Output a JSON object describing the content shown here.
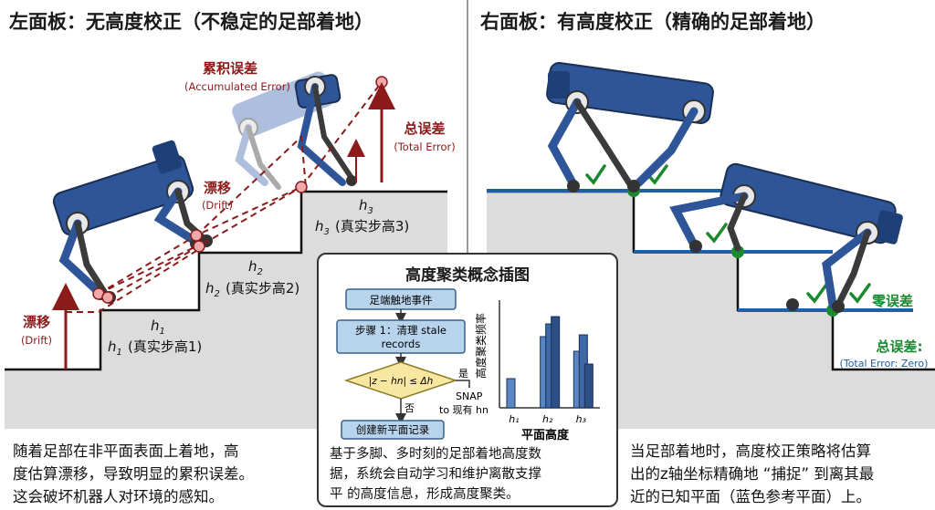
{
  "left_panel": {
    "title": "左面板：无高度校正（不稳定的足部着地）",
    "accumulated_error": "累积误差",
    "accumulated_error_en": "(Accumulated Error)",
    "drift_upper": "漂移",
    "drift_upper_en": "(Drift)",
    "drift_lower": "漂移",
    "drift_lower_en": "(Drift)",
    "total_error": "总误差",
    "total_error_en": "(Total Error)",
    "step1_symbol": "h",
    "step1_sub": "1",
    "step1_label": "(真实步高1)",
    "step2_symbol": "h",
    "step2_sub": "2",
    "step2_label": "(真实步高2)",
    "step3_symbol": "h",
    "step3_sub": "3",
    "step3_label": "(真实步高3)",
    "caption_lines": [
      "随着足部在非平面表面上着地，高",
      "度估算漂移，导致明显的累积误差。",
      "这会破坏机器人对环境的感知。"
    ]
  },
  "right_panel": {
    "title": "右面板：有高度校正（精确的足部着地）",
    "zero_error": "零误差",
    "total_error": "总误差:",
    "total_error_en": "(Total Error: Zero)",
    "caption_lines": [
      "当足部着地时，高度校正策略将估算",
      "出的z轴坐标精确地 “捕捉” 到离其最",
      "近的已知平面（蓝色参考平面）上。"
    ]
  },
  "inset": {
    "title": "高度聚类概念插图",
    "flow_start": "足端触地事件",
    "flow_step1_line1": "步骤 1：清理 stale",
    "flow_step1_line2": "records",
    "flow_condition": "|z − hn| ≤ Δh",
    "flow_yes": "是",
    "flow_snap_line1": "SNAP",
    "flow_snap_line2": "to 现有 hn",
    "flow_no": "否",
    "flow_create": "创建新平面记录",
    "chart_ylabel": "高度聚类频率",
    "chart_xlabel": "平面高度",
    "caption_lines": [
      "基于多脚、多时刻的足部着地高度数",
      "据，系统会自动学习和维护离散支撑",
      "平 的高度信息，形成高度聚类。"
    ]
  },
  "colors": {
    "error_red": "#8b1a1a",
    "plane_blue": "#1f5fa8",
    "check_green": "#1a8a2e",
    "robot_blue": "#2e5597",
    "flow_blue": "#b8d3ec",
    "flow_yellow": "#f7e7a1",
    "ground_gray": "#dcdcdc"
  },
  "chart_data": {
    "type": "bar",
    "title": "",
    "xlabel": "平面高度",
    "ylabel": "高度聚类频率",
    "categories": [
      "h1",
      "h2",
      "h3"
    ],
    "series": [
      {
        "values": [
          0.32,
          0.78,
          0.62
        ]
      },
      {
        "values": [
          0.0,
          0.92,
          0.8
        ]
      },
      {
        "values": [
          0.0,
          1.0,
          0.48
        ]
      }
    ],
    "ylim": [
      0,
      1.1
    ]
  }
}
